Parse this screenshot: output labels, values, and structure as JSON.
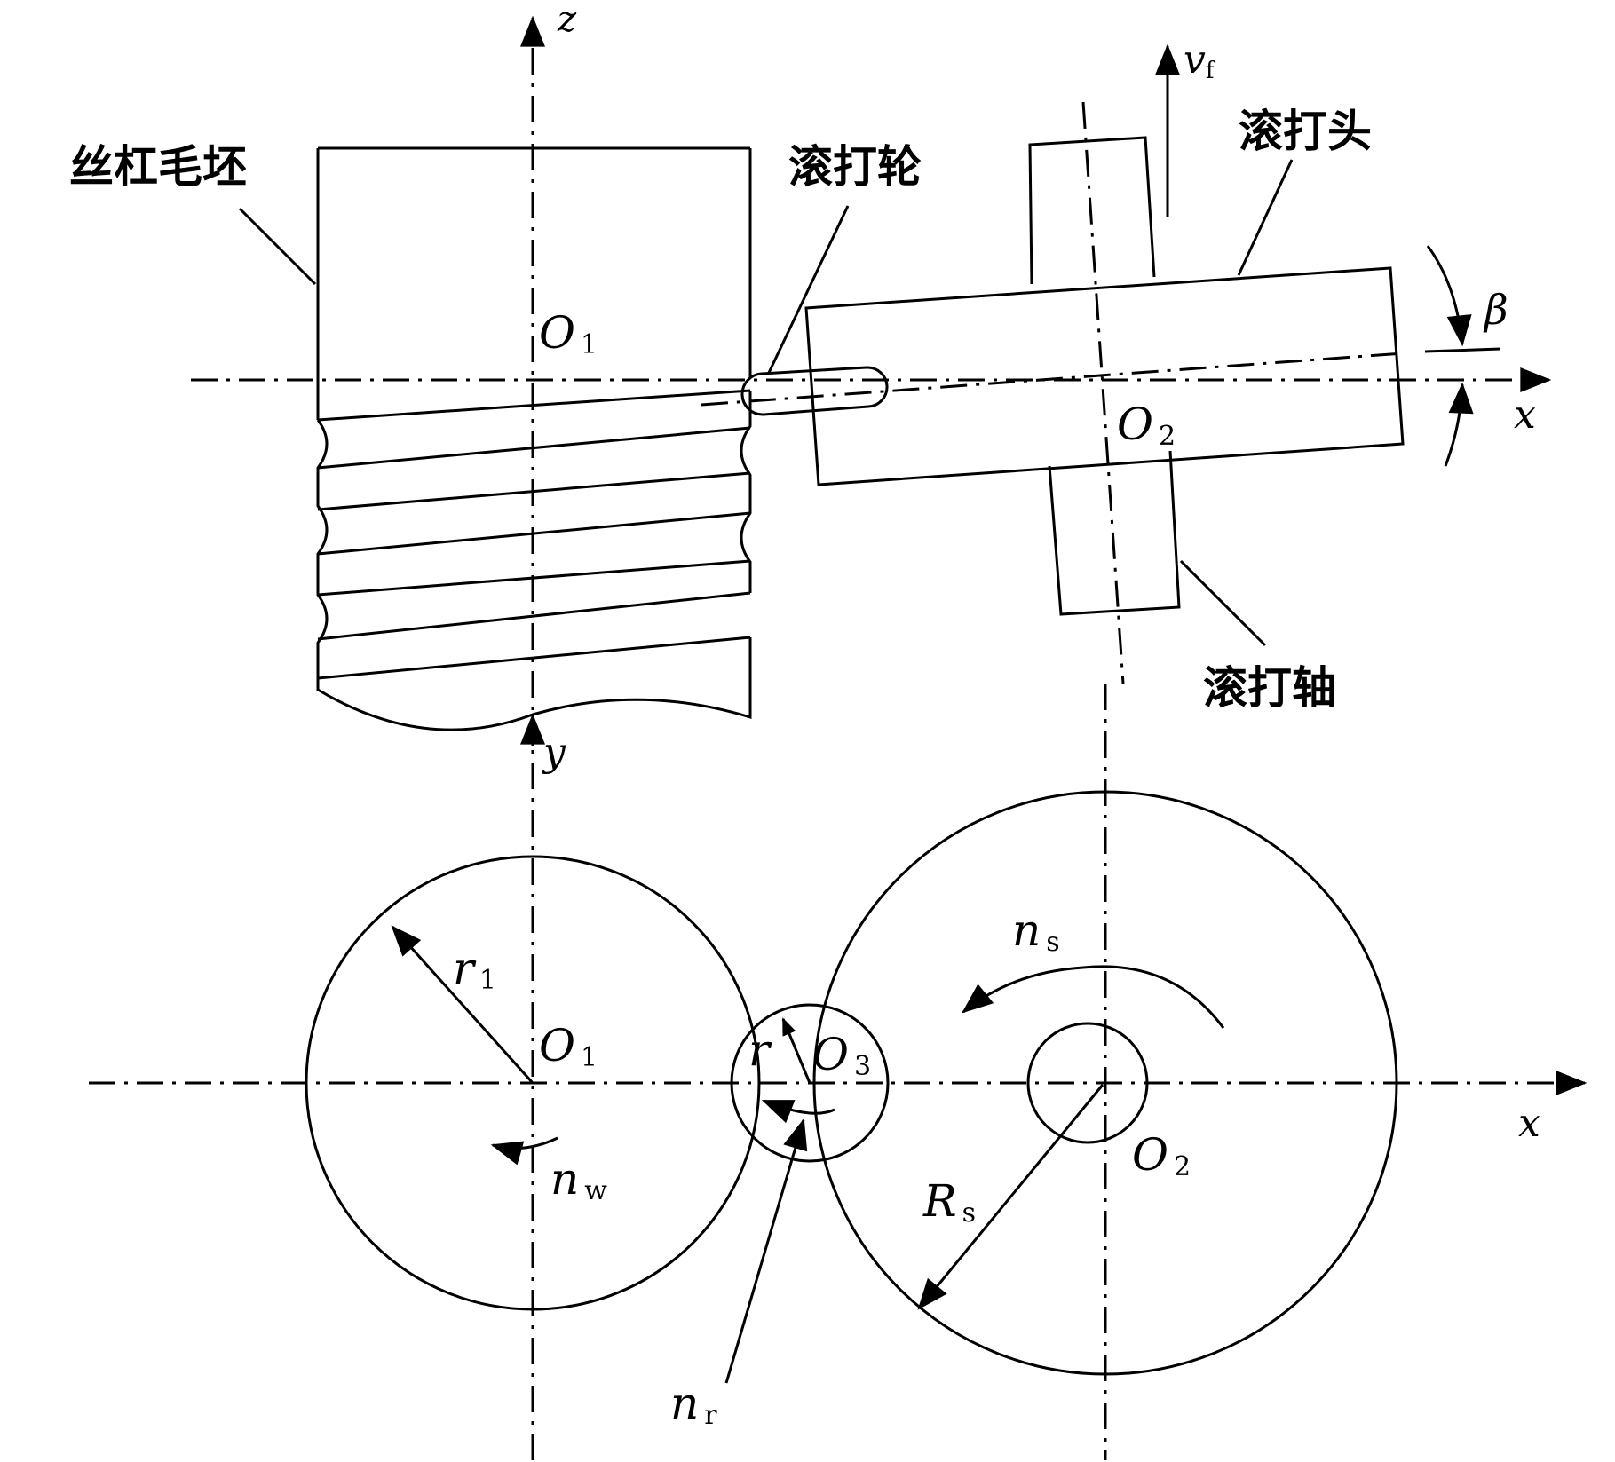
{
  "top_view": {
    "axis_z": "z",
    "axis_x": "x",
    "axis_y": "y",
    "feed": {
      "symbol": "v",
      "subscript": "f"
    },
    "angle": "β",
    "origin1": {
      "symbol": "O",
      "subscript": "1"
    },
    "origin2": {
      "symbol": "O",
      "subscript": "2"
    },
    "labels": {
      "blank": "丝杠毛坯",
      "wheel": "滚打轮",
      "head": "滚打头",
      "shaft": "滚打轴"
    }
  },
  "section_view": {
    "axis_x": "x",
    "origin1": {
      "symbol": "O",
      "subscript": "1"
    },
    "origin2": {
      "symbol": "O",
      "subscript": "2"
    },
    "origin3": {
      "symbol": "O",
      "subscript": "3"
    },
    "radius_r1": {
      "symbol": "r",
      "subscript": "1"
    },
    "radius_r": "r",
    "radius_Rs": {
      "symbol": "R",
      "subscript": "s"
    },
    "speed_w": {
      "symbol": "n",
      "subscript": "w"
    },
    "speed_s": {
      "symbol": "n",
      "subscript": "s"
    },
    "speed_r": {
      "symbol": "n",
      "subscript": "r"
    }
  },
  "colors": {
    "line": "#000000",
    "background": "#ffffff"
  }
}
